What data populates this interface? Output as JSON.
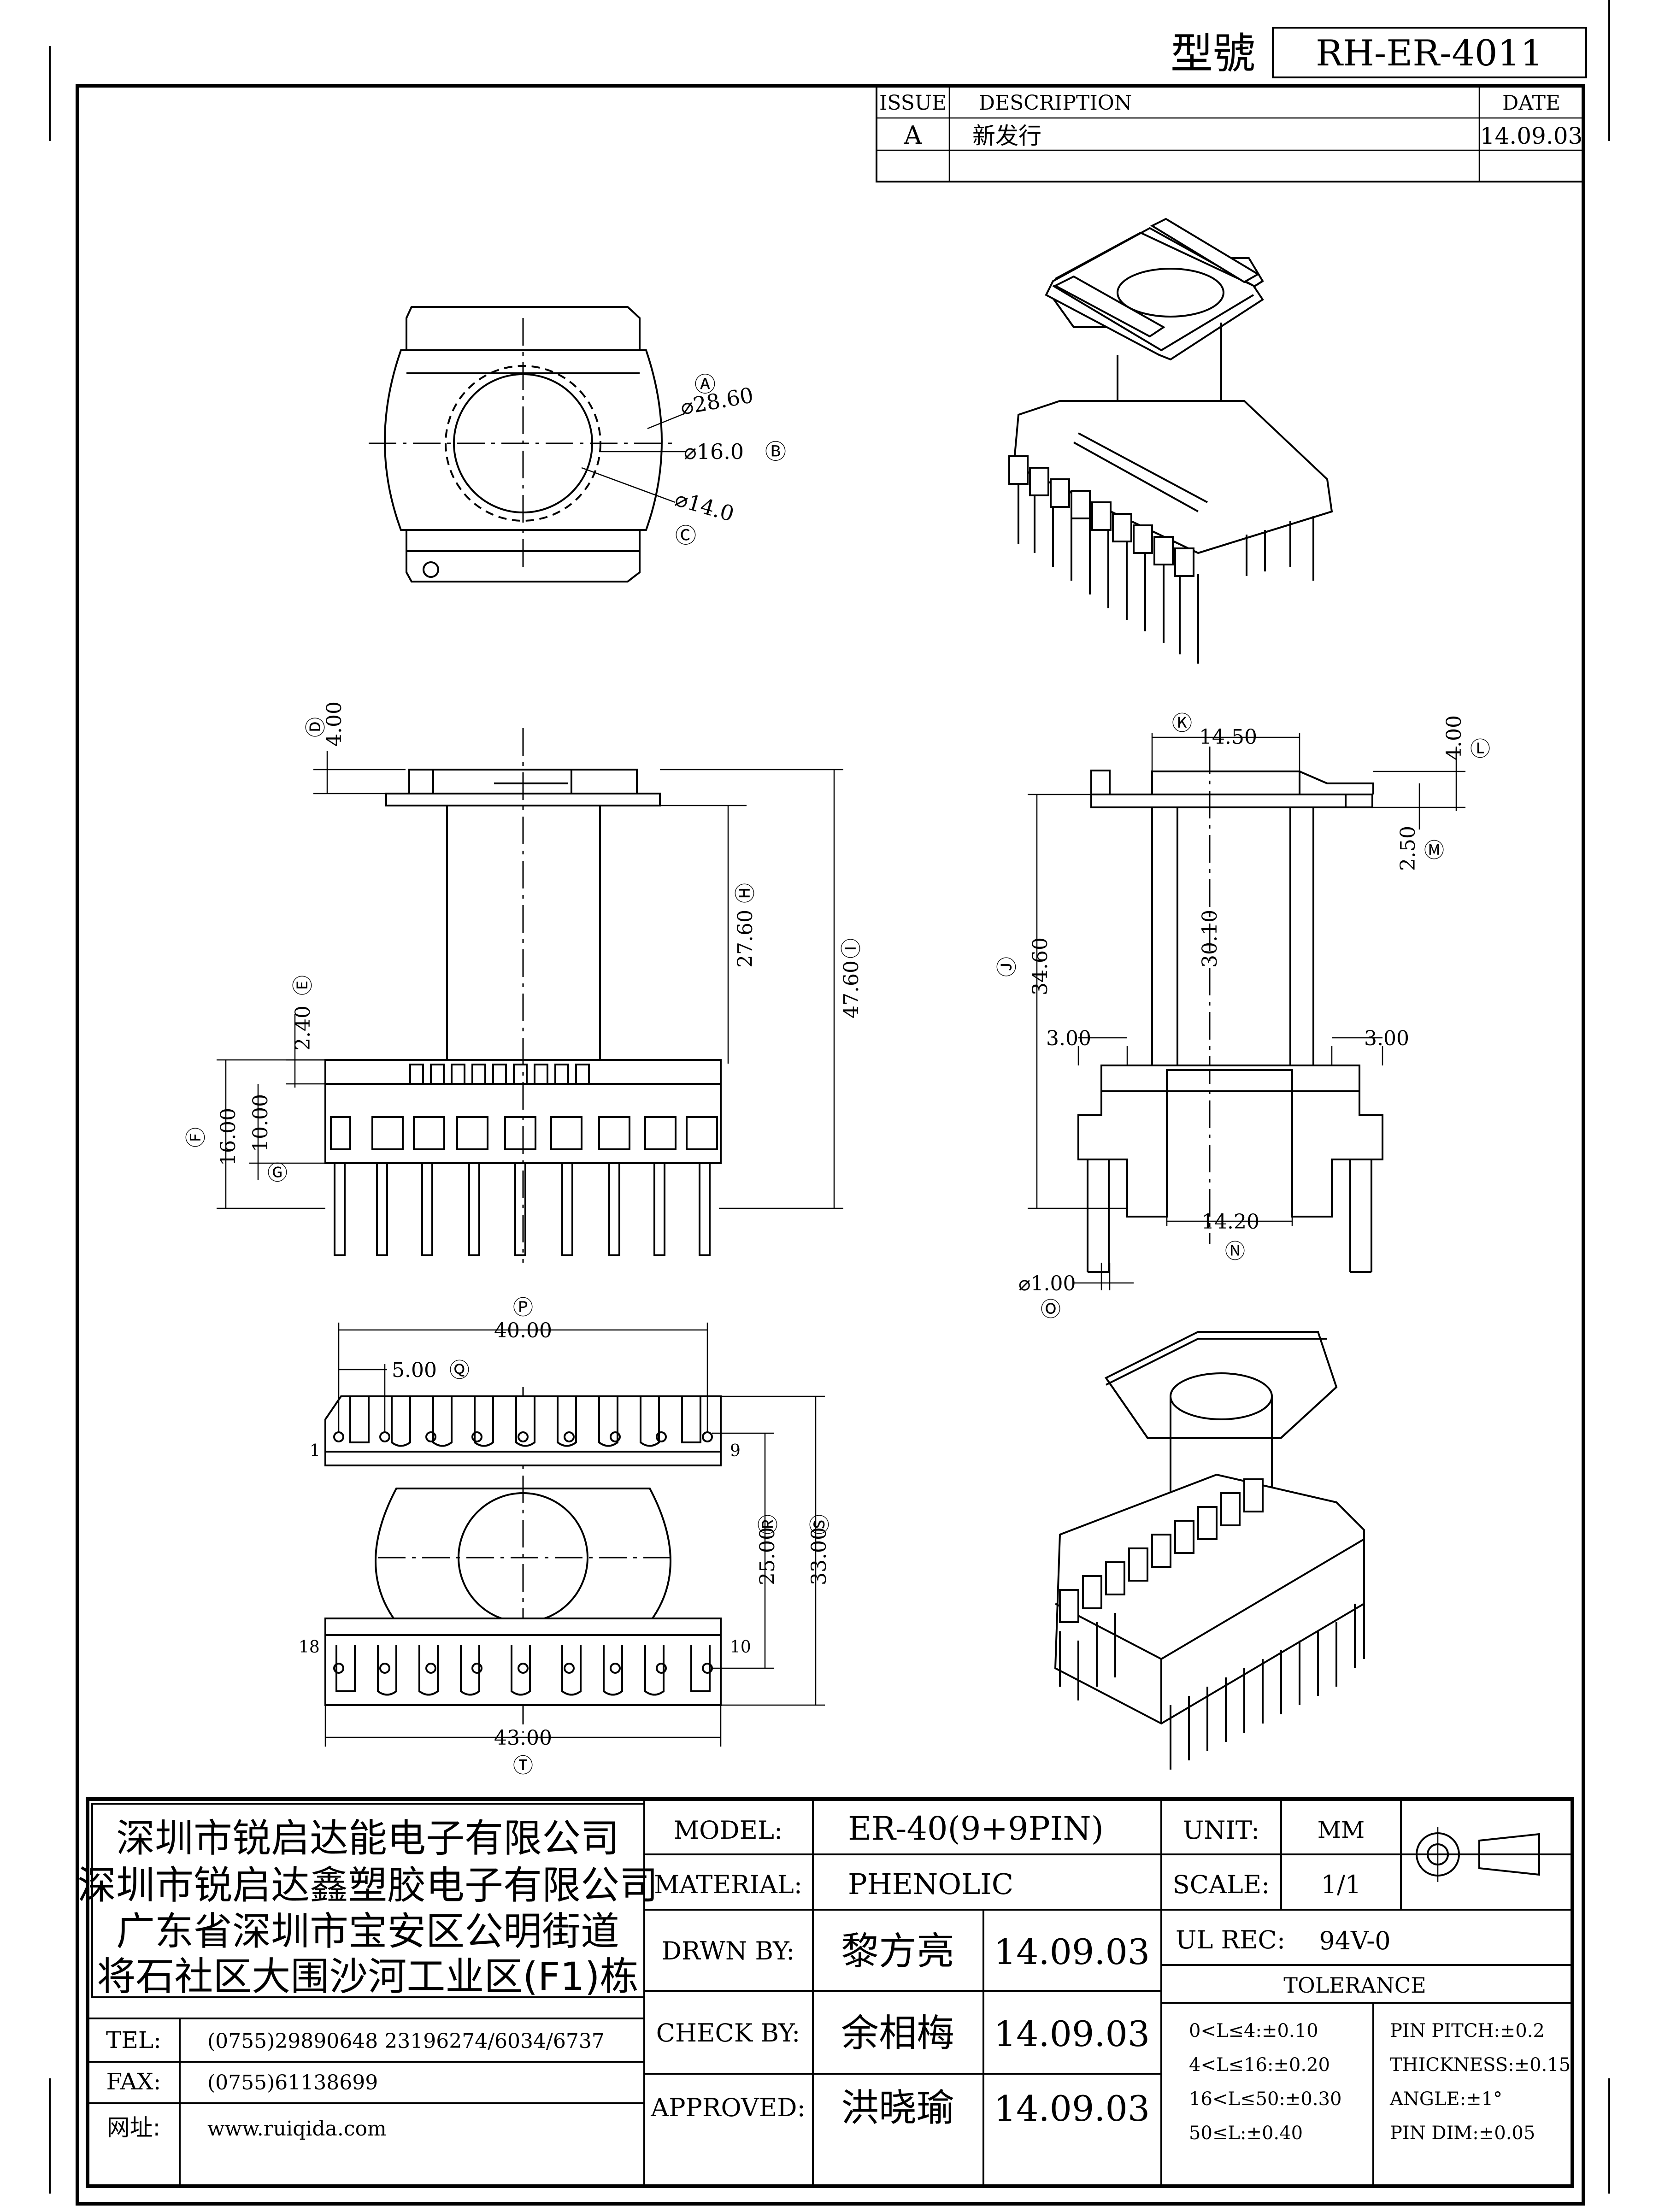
{
  "header": {
    "model_label": "型號",
    "model_no": "RH-ER-4011"
  },
  "revision": {
    "headers": [
      "ISSUE",
      "DESCRIPTION",
      "DATE"
    ],
    "rows": [
      {
        "issue": "A",
        "description": "新发行",
        "date": "14.09.03"
      }
    ]
  },
  "dims": {
    "top": {
      "a_label": "Ⓐ",
      "a": "⌀28.60",
      "b": "⌀16.0",
      "b_label": "Ⓑ",
      "c": "⌀14.0",
      "c_label": "Ⓒ"
    },
    "front": {
      "d": "4.00",
      "d_label": "Ⓓ",
      "h": "27.60",
      "h_label": "Ⓗ",
      "i": "47.60",
      "i_label": "Ⓘ",
      "e": "2.40",
      "e_label": "Ⓔ",
      "f": "16.00",
      "f_label": "Ⓕ",
      "g": "10.00",
      "g_label": "Ⓖ"
    },
    "side": {
      "k": "14.50",
      "k_label": "Ⓚ",
      "l": "4.00",
      "l_label": "Ⓛ",
      "m": "2.50",
      "m_label": "Ⓜ",
      "j": "34.60",
      "j_label": "Ⓙ",
      "center": "30.10",
      "left3": "3.00",
      "right3": "3.00",
      "n": "14.20",
      "n_label": "Ⓝ",
      "o": "⌀1.00",
      "o_label": "Ⓞ"
    },
    "bottom": {
      "p": "40.00",
      "p_label": "Ⓟ",
      "q": "5.00",
      "q_label": "Ⓠ",
      "r": "25.00",
      "r_label": "Ⓡ",
      "s": "33.00",
      "s_label": "Ⓢ",
      "t": "43.00",
      "t_label": "Ⓣ",
      "pin1": "1",
      "pin9": "9",
      "pin18": "18",
      "pin10": "10"
    }
  },
  "title_block": {
    "company": [
      "深圳市锐启达能电子有限公司",
      "深圳市锐启达鑫塑胶电子有限公司",
      "广东省深圳市宝安区公明街道",
      "将石社区大围沙河工业区(F1)栋"
    ],
    "contacts": [
      {
        "label": "TEL:",
        "value": "(0755)29890648  23196274/6034/6737"
      },
      {
        "label": "FAX:",
        "value": "(0755)61138699"
      },
      {
        "label": "网址:",
        "value": "www.ruiqida.com"
      }
    ],
    "model_label": "MODEL:",
    "model": "ER-40(9+9PIN)",
    "material_label": "MATERIAL:",
    "material": "PHENOLIC",
    "drawn_label": "DRWN BY:",
    "drawn": "黎方亮",
    "drawn_date": "14.09.03",
    "check_label": "CHECK BY:",
    "check": "余相梅",
    "check_date": "14.09.03",
    "approved_label": "APPROVED:",
    "approved": "洪晓瑜",
    "approved_date": "14.09.03",
    "unit_label": "UNIT:",
    "unit": "MM",
    "scale_label": "SCALE:",
    "scale": "1/1",
    "ul_label": "UL REC:",
    "ul": "94V-0",
    "tolerance_label": "TOLERANCE",
    "tolerances": [
      "0<L≤4:±0.10",
      "4<L≤16:±0.20",
      "16<L≤50:±0.30",
      "50≤L:±0.40"
    ],
    "specs": [
      "PIN PITCH:±0.2",
      "THICKNESS:±0.15",
      "ANGLE:±1°",
      "PIN DIM:±0.05"
    ]
  }
}
